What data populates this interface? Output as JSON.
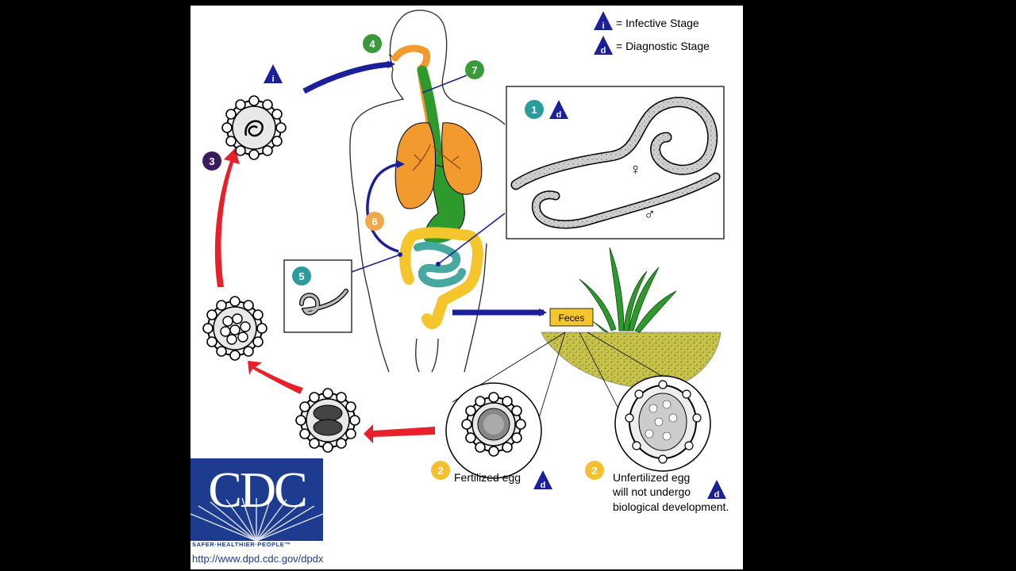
{
  "legend": {
    "infective_symbol": "i",
    "infective_label": "= Infective Stage",
    "diagnostic_symbol": "d",
    "diagnostic_label": "= Diagnostic Stage"
  },
  "steps": {
    "s1": "1",
    "s2a": "2",
    "s2b": "2",
    "s3": "3",
    "s4": "4",
    "s5": "5",
    "s6": "6",
    "s7": "7"
  },
  "labels": {
    "feces": "Feces",
    "fertilized_egg": "Fertilized egg",
    "unfertilized_line1": "Unfertilized egg",
    "unfertilized_line2": "will not undergo",
    "unfertilized_line3": "biological development.",
    "female_symbol": "♀",
    "male_symbol": "♂"
  },
  "branding": {
    "logo_text": "CDC",
    "tagline": "SAFER·HEALTHIER·PEOPLE™",
    "url": "http://www.dpd.cdc.gov/dpdx"
  },
  "colors": {
    "navy": "#1b1f9a",
    "red": "#e8202a",
    "green_badge": "#3a9a3a",
    "teal_badge": "#2a9c9c",
    "orange_badge": "#f0a94a",
    "yellow_badge": "#f5c030",
    "purple_badge": "#3a1b5e",
    "lung_orange": "#f29a2e",
    "gut_green": "#2e9a2e",
    "colon_yellow": "#f4c62c",
    "small_intestine_teal": "#46a9a0",
    "soil": "#c8c34a",
    "cdc_blue": "#1d3c8f"
  }
}
